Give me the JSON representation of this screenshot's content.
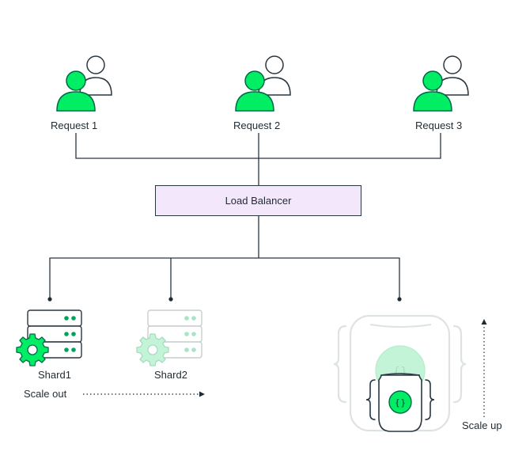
{
  "requests": [
    {
      "label": "Request 1"
    },
    {
      "label": "Request 2"
    },
    {
      "label": "Request 3"
    }
  ],
  "load_balancer": {
    "label": "Load Balancer"
  },
  "shards": [
    {
      "label": "Shard1",
      "state": "active"
    },
    {
      "label": "Shard2",
      "state": "faded"
    }
  ],
  "scale_out": {
    "label": "Scale out"
  },
  "scale_up": {
    "label": "Scale up"
  },
  "colors": {
    "accent_green": "#00ed64",
    "dark_green": "#00684a",
    "stroke": "#2a3640",
    "load_balancer_fill": "#f3e8fb",
    "faded_stroke": "#b8c4c2",
    "faded_green": "#c3f4d7"
  }
}
